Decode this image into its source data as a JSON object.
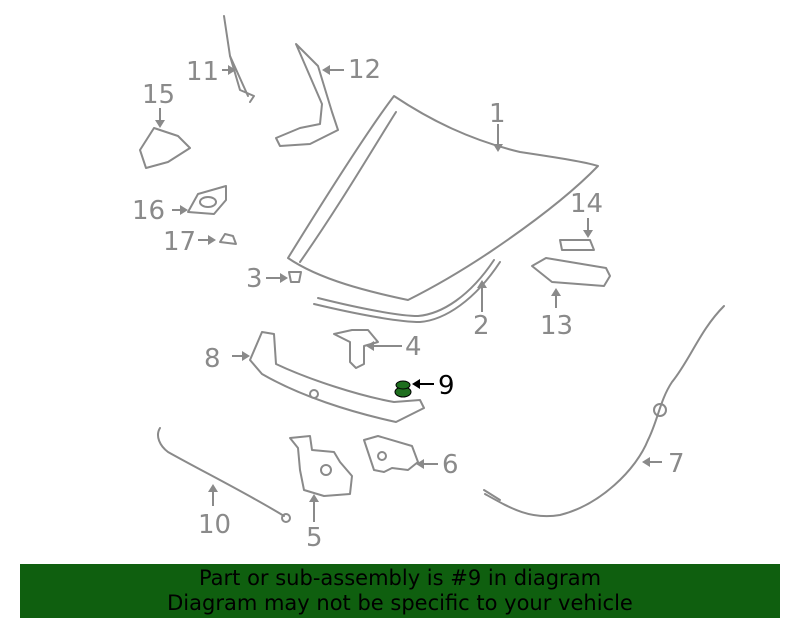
{
  "diagram": {
    "callouts": [
      {
        "id": "1",
        "label": "1"
      },
      {
        "id": "2",
        "label": "2"
      },
      {
        "id": "3",
        "label": "3"
      },
      {
        "id": "4",
        "label": "4"
      },
      {
        "id": "5",
        "label": "5"
      },
      {
        "id": "6",
        "label": "6"
      },
      {
        "id": "7",
        "label": "7"
      },
      {
        "id": "8",
        "label": "8"
      },
      {
        "id": "9",
        "label": "9",
        "highlighted": true
      },
      {
        "id": "10",
        "label": "10"
      },
      {
        "id": "11",
        "label": "11"
      },
      {
        "id": "12",
        "label": "12"
      },
      {
        "id": "13",
        "label": "13"
      },
      {
        "id": "14",
        "label": "14"
      },
      {
        "id": "15",
        "label": "15"
      },
      {
        "id": "16",
        "label": "16"
      },
      {
        "id": "17",
        "label": "17"
      }
    ],
    "colors": {
      "line": "#8a8a8a",
      "highlight_part": "#1e6e1e",
      "highlight_label": "#000000"
    }
  },
  "banner": {
    "line1": "Part or sub-assembly is #9 in diagram",
    "line2": "Diagram may not be specific to your vehicle",
    "background": "#0f5f0f"
  }
}
